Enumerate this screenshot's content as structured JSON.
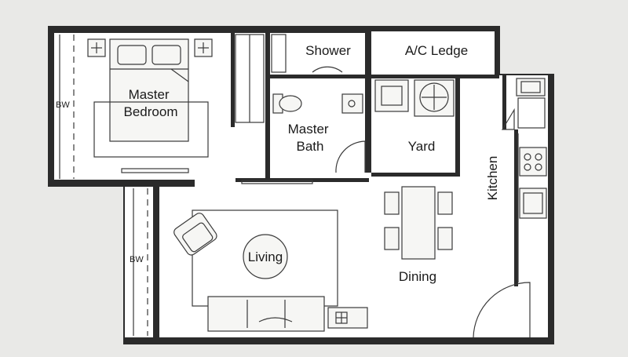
{
  "rooms": {
    "master_bedroom": [
      "Master",
      "Bedroom"
    ],
    "shower": "Shower",
    "ac_ledge": "A/C Ledge",
    "master_bath": [
      "Master",
      "Bath"
    ],
    "yard": "Yard",
    "kitchen": "Kitchen",
    "living": "Living",
    "dining": "Dining",
    "bay_window_top": "BW",
    "bay_window_bottom": "BW"
  }
}
